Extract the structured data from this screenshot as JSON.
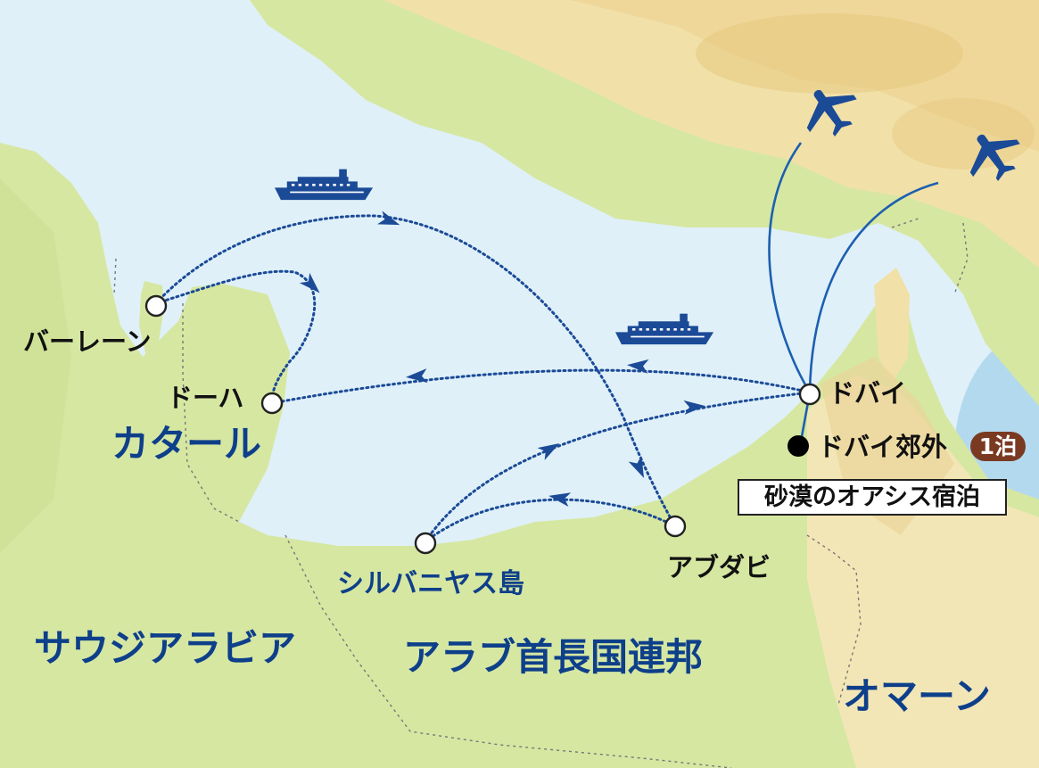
{
  "labels": {
    "bahrain": "バーレーン",
    "doha": "ドーハ",
    "dubai": "ドバイ",
    "dubai_suburbs": "ドバイ郊外",
    "abu_dhabi": "アブダビ",
    "sir_bani_yas": "シルバニヤス島",
    "qatar": "カタール",
    "saudi_arabia": "サウジアラビア",
    "uae": "アラブ首長国連邦",
    "oman": "オマーン"
  },
  "stay_badge": "1泊",
  "stay_note": "砂漠のオアシス宿泊",
  "icons": {
    "plane": "airplane-icon",
    "ship": "cruise-ship-icon",
    "stop": "stop-marker-icon",
    "stay": "stay-marker-icon"
  },
  "colors": {
    "sea": "#dff0f8",
    "land": "#d6e7a2",
    "highland": "#f1e1a8",
    "route": "#1d4f9e",
    "flight": "#1d5fb0",
    "label_blue": "#0e3f8a",
    "badge": "#7a3a22"
  }
}
